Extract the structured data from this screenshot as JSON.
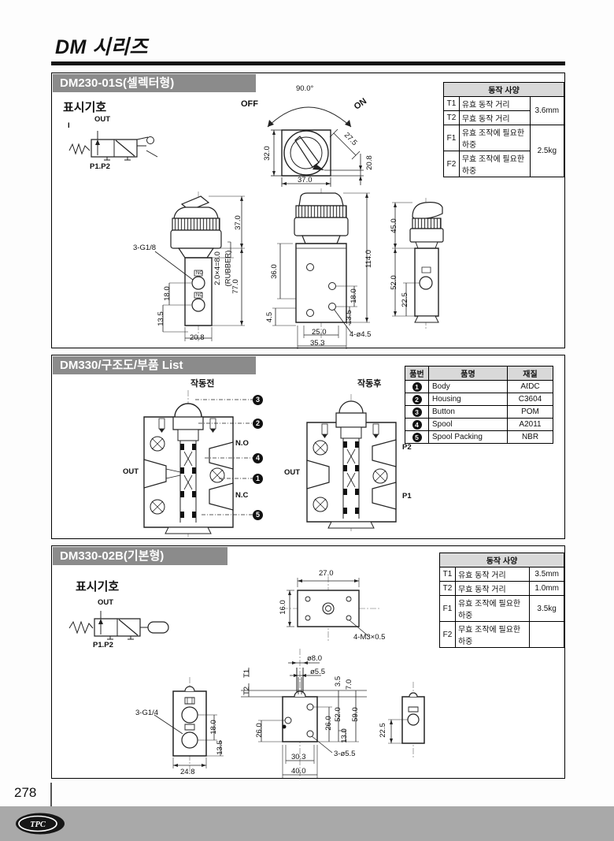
{
  "page": {
    "title": "DM 시리즈",
    "number": "278",
    "logo_text": "TPC"
  },
  "labels": {
    "symbol": "표시기호",
    "before": "작동전",
    "after": "작동후"
  },
  "sections": {
    "s1": {
      "header": "DM230-01S(셀렉터형)",
      "symbol": {
        "i": "I",
        "out": "OUT",
        "ports": "P1.P2"
      },
      "knob": {
        "angle": "90.0°",
        "off": "OFF",
        "on": "ON",
        "dim_h": "32.0",
        "dim_w": "37.0",
        "dim_diag": "27.5",
        "dim_side": "20.8"
      },
      "spec": {
        "title": "동작 사양",
        "rows": [
          {
            "k": "T1",
            "label": "유효 동작 거리"
          },
          {
            "k": "T2",
            "label": "무효 동작 거리"
          },
          {
            "k": "F1",
            "label": "유효 조작에 필요한 하중"
          },
          {
            "k": "F2",
            "label": "무효 조작에 필요한 하중"
          }
        ],
        "val_t": "3.6mm",
        "val_f": "2.5kg"
      },
      "front": {
        "thread": "3-G1/8",
        "cap_h": "37.0",
        "rubber1": "2.0×4=8.0",
        "rubber2": "(RUBBER)",
        "total_h": "77.0",
        "gap": "18.0",
        "off": "13.5",
        "w": "20.8",
        "no": "NO",
        "nc": "NC"
      },
      "side": {
        "total_h": "114.0",
        "upper": "36.0",
        "base": "4.5",
        "gap": "18.0",
        "off": "13.5",
        "w1": "25.0",
        "w2": "35.3",
        "holes": "4-ø4.5"
      },
      "rear": {
        "d1": "45.0",
        "d2": "52.0",
        "d3": "22.5"
      }
    },
    "s2": {
      "header": "DM330/구조도/부품 List",
      "left": {
        "out": "OUT",
        "no": "N.O",
        "nc": "N.C"
      },
      "right": {
        "out": "OUT",
        "p2": "P2",
        "p1": "P1"
      },
      "callouts": [
        "3",
        "2",
        "4",
        "1",
        "5"
      ],
      "parts": {
        "headers": [
          "품번",
          "품명",
          "재질"
        ],
        "rows": [
          {
            "no": "1",
            "name": "Body",
            "mat": "AℓDC"
          },
          {
            "no": "2",
            "name": "Housing",
            "mat": "C3604"
          },
          {
            "no": "3",
            "name": "Button",
            "mat": "POM"
          },
          {
            "no": "4",
            "name": "Spool",
            "mat": "A2011"
          },
          {
            "no": "5",
            "name": "Spool Packing",
            "mat": "NBR"
          }
        ]
      }
    },
    "s3": {
      "header": "DM330-02B(기본형)",
      "symbol": {
        "out": "OUT",
        "ports": "P1.P2"
      },
      "spec": {
        "title": "동작 사양",
        "rows": [
          {
            "k": "T1",
            "label": "유효 동작 거리",
            "val": "3.5mm"
          },
          {
            "k": "T2",
            "label": "무효 동작 거리",
            "val": "1.0mm"
          },
          {
            "k": "F1",
            "label": "유효 조작에 필요한 하중",
            "val": "3.5kg"
          },
          {
            "k": "F2",
            "label": "무효 조작에 필요한 하중",
            "val": ""
          }
        ]
      },
      "top": {
        "w": "27.0",
        "h": "16.0",
        "holes": "4-M3×0.5"
      },
      "bleft": {
        "thread": "3-G1/4",
        "gap": "18.0",
        "off": "13.5",
        "w": "24.8"
      },
      "bmid": {
        "d8": "ø8.0",
        "d55": "ø5.5",
        "t1": "T1",
        "t2": "T2",
        "h35": "3.5",
        "h70": "7.0",
        "left26": "26.0",
        "r26": "26.0",
        "r13": "13.0",
        "r52": "52.0",
        "r59": "59.0",
        "w303": "30.3",
        "w400": "40.0",
        "holes": "3-ø5.5"
      },
      "bright": {
        "d": "22.5"
      }
    }
  },
  "colors": {
    "header_bar": "#8b8b8b",
    "table_head": "#d9d9d9",
    "footer_band": "#a9a9a9"
  }
}
